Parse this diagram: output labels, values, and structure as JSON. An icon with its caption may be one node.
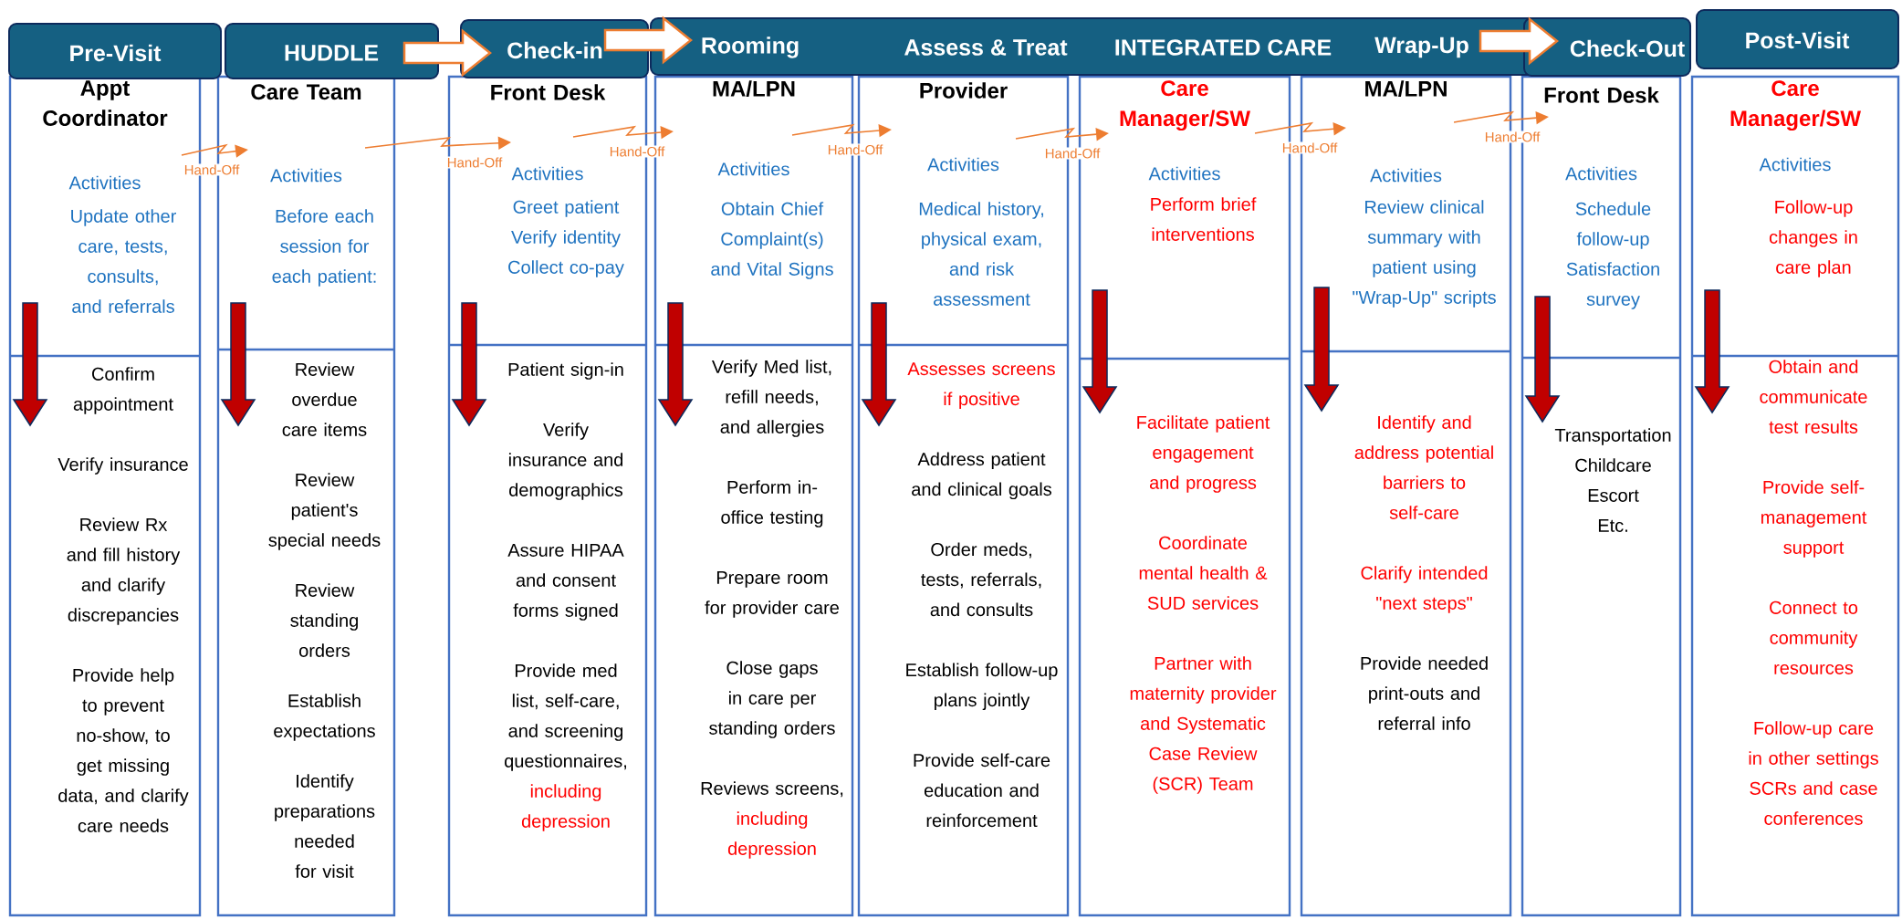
{
  "diagram": {
    "nodes": [
      {
        "text": [
          "Pre-Visit"
        ]
      },
      {
        "text": [
          "HUDDLE"
        ]
      },
      {
        "text": [
          "Check-in"
        ]
      },
      {
        "text": [
          "Rooming",
          "Assess & Treat",
          "INTEGRATED CARE",
          "Wrap-Up"
        ]
      },
      {
        "text": [
          "Check-Out"
        ]
      },
      {
        "text": [
          "Post-Visit"
        ]
      },
      {
        "text": [
          "Appt Coordinator",
          "Activities",
          "Update other care, tests, consults, and referrals",
          "Confirm appointment",
          "Verify insurance",
          "Review Rx and fill history and clarify discrepancies",
          "Provide help to prevent no-show, to get missing data, and clarify care needs"
        ]
      },
      {
        "text": [
          "Care Team",
          "Activities",
          "Before each session for each patient:",
          "Review overdue care items",
          "Review patient's special needs",
          "Review standing orders",
          "Establish expectations",
          "Identify preparations needed for visit"
        ]
      },
      {
        "text": [
          "Front Desk",
          "Activities",
          "Greet patient",
          "Verify identity",
          "Collect co-pay",
          "Patient sign-in",
          "Verify insurance and demographics",
          "Assure HIPAA and consent forms signed",
          "Provide med list, self-care, and screening questionnaires,",
          "including depression"
        ]
      },
      {
        "text": [
          "MA/LPN",
          "Activities",
          "Obtain Chief Complaint(s) and Vital Signs",
          "Verify Med list, refill needs, and allergies",
          "Perform in-office testing",
          "Prepare room for provider care",
          "Close gaps in care per standing orders",
          "Reviews screens,",
          "including depression"
        ]
      },
      {
        "text": [
          "Provider",
          "Activities",
          "Medical history, physical exam, and risk assessment",
          "Assesses screens if positive",
          "Address patient and clinical goals",
          "Order meds, tests, referrals, and consults",
          "Establish follow-up plans jointly",
          "Provide self-care education and reinforcement"
        ]
      },
      {
        "text": [
          "Care Manager/SW",
          "Activities",
          "Perform brief interventions",
          "Facilitate patient engagement and progress",
          "Coordinate mental health & SUD services",
          "Partner with maternity provider and Systematic Case Review (SCR) Team"
        ]
      },
      {
        "text": [
          "MA/LPN",
          "Activities",
          "Review clinical summary with patient using \"Wrap-Up\" scripts",
          "Identify and address potential barriers to self-care",
          "Clarify intended \"next steps\"",
          "Provide needed print-outs and referral info"
        ]
      },
      {
        "text": [
          "Front Desk",
          "Activities",
          "Schedule follow-up",
          "Satisfaction survey",
          "Transportation",
          "Childcare",
          "Escort",
          "Etc."
        ]
      },
      {
        "text": [
          "Care Manager/SW",
          "Activities",
          "Follow-up changes in care plan",
          "Obtain and communicate test results",
          "Provide self-management support",
          "Connect to community resources",
          "Follow-up care in other settings SCRs and case conferences"
        ]
      }
    ],
    "edges": [
      {
        "from": 1,
        "to": 2,
        "arrow": "to"
      },
      {
        "from": 2,
        "to": 3,
        "arrow": "to"
      },
      {
        "from": 3,
        "to": 4,
        "arrow": "to"
      },
      {
        "from": 6,
        "to": 7,
        "arrow": "to",
        "label": "Hand-Off"
      },
      {
        "from": 7,
        "to": 8,
        "arrow": "to",
        "label": "Hand-Off"
      },
      {
        "from": 8,
        "to": 9,
        "arrow": "to",
        "label": "Hand-Off"
      },
      {
        "from": 9,
        "to": 10,
        "arrow": "to",
        "label": "Hand-Off"
      },
      {
        "from": 10,
        "to": 11,
        "arrow": "to",
        "label": "Hand-Off"
      },
      {
        "from": 11,
        "to": 12,
        "arrow": "to",
        "label": "Hand-Off"
      },
      {
        "from": 12,
        "to": 13,
        "arrow": "to",
        "label": "Hand-Off"
      }
    ]
  }
}
